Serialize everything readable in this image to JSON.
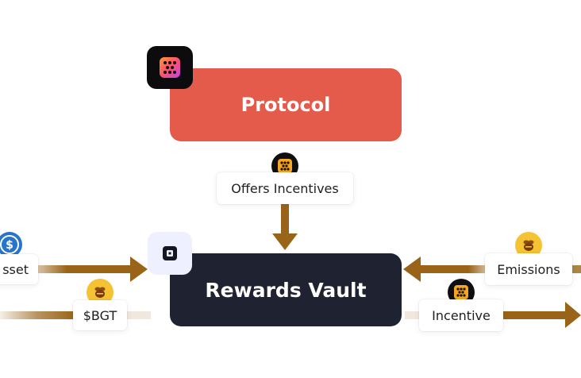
{
  "nodes": {
    "protocol": "Protocol",
    "rewards_vault": "Rewards Vault"
  },
  "edge_labels": {
    "offers_incentives": "Offers Incentives",
    "asset": "sset",
    "bgt": "$BGT",
    "emissions": "Emissions",
    "incentive": "Incentive"
  },
  "icons": {
    "protocol_tile": "protocol-logo-icon",
    "vault_badge": "vault-icon",
    "offers_coin": "honey-token-icon",
    "asset_coin": "usdc-icon",
    "bgt_coin": "bgt-bee-icon",
    "emissions_coin": "bgt-bee-icon",
    "incentive_coin": "honey-token-icon"
  },
  "colors": {
    "protocol": "#e55b4b",
    "vault": "#1f2230",
    "arrow": "#9a6418",
    "gold_coin": "#f5c234",
    "usdc": "#2775ca"
  }
}
